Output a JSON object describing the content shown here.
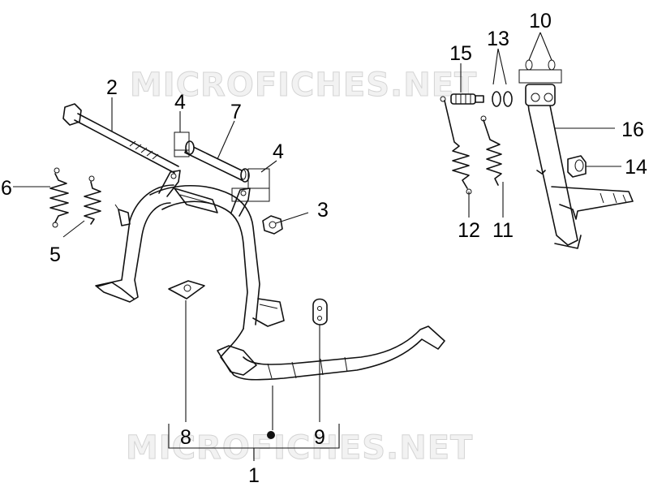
{
  "watermark": {
    "text": "MICROFICHES.NET"
  },
  "callouts": {
    "c1": "1",
    "c2": "2",
    "c3": "3",
    "c4a": "4",
    "c4b": "4",
    "c5": "5",
    "c6": "6",
    "c7": "7",
    "c8": "8",
    "c9": "9",
    "c10": "10",
    "c11": "11",
    "c12": "12",
    "c13": "13",
    "c14": "14",
    "c15": "15",
    "c16": "16"
  },
  "colors": {
    "line": "#111111",
    "watermark_fill": "#f2f2f2",
    "watermark_stroke": "#d4d4d4"
  }
}
